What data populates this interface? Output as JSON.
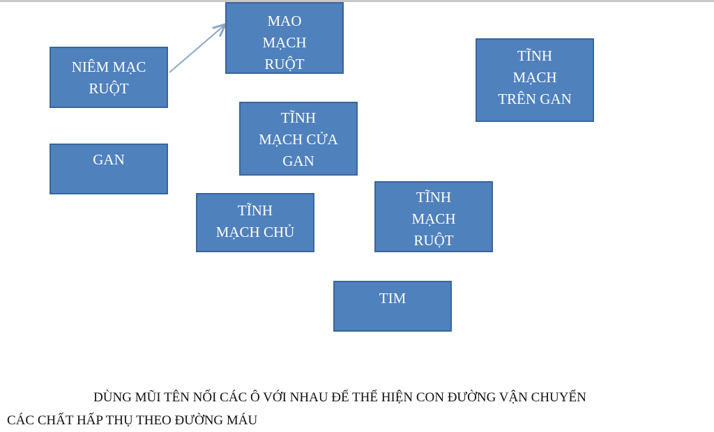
{
  "colors": {
    "box_fill": "#4f81bd",
    "box_border": "#3a659a",
    "box_text": "#ffffff",
    "arrow": "#8aa6c8",
    "caption_text": "#111111"
  },
  "boxes": {
    "niem_mac_ruot": "NIÊM MẠC\nRUỘT",
    "mao_mach_ruot": "MAO\nMẠCH\nRUỘT",
    "tinh_mach_tren_gan": "TĨNH\nMẠCH\nTRÊN GAN",
    "tinh_mach_cua_gan": "TĨNH\nMẠCH CỬA\nGAN",
    "gan": "GAN",
    "tinh_mach_chu": "TĨNH\nMẠCH CHỦ",
    "tinh_mach_ruot": "TĨNH\nMẠCH\nRUỘT",
    "tim": "TIM"
  },
  "caption": {
    "line1": "DÙNG MŨI TÊN NỐI CÁC Ô VỚI NHAU ĐỂ THỂ HIỆN CON ĐƯỜNG VẬN CHUYỂN",
    "line2": "CÁC CHẤT HẤP THỤ THEO ĐƯỜNG MÁU"
  }
}
